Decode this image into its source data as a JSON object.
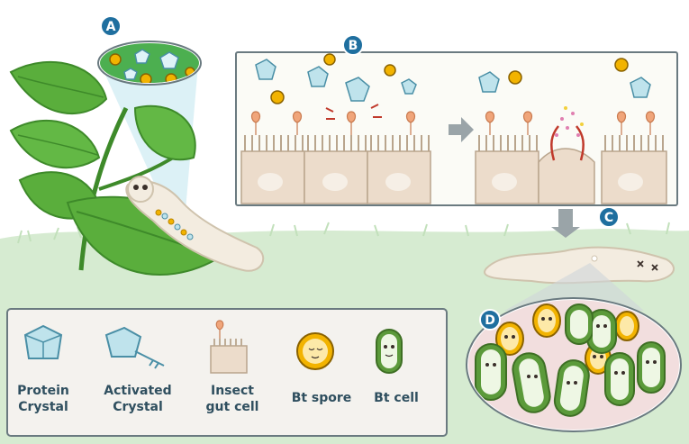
{
  "markers": {
    "a": "A",
    "b": "B",
    "c": "C",
    "d": "D"
  },
  "legend": {
    "protein_crystal": [
      "Protein",
      "Crystal"
    ],
    "activated_crystal": [
      "Activated",
      "Crystal"
    ],
    "insect_gut_cell": [
      "Insect",
      "gut cell"
    ],
    "bt_spore": "Bt spore",
    "bt_cell": "Bt cell"
  },
  "colors": {
    "leaf": "#5aae3c",
    "leaf_dark": "#3e8a2a",
    "grass": "#cfe8c9",
    "badge": "#1f6f9f",
    "crystal": "#bfe3ec",
    "crystal_stroke": "#4a8fa6",
    "spore": "#f2b300",
    "spore_inner": "#fde9a8",
    "bt_cell": "#5b9a3a",
    "bt_cell_inner": "#eef7e4",
    "gut_cell": "#ecdccb",
    "receptor": "#f0a57a",
    "legend_bg": "#f4f2ee"
  }
}
